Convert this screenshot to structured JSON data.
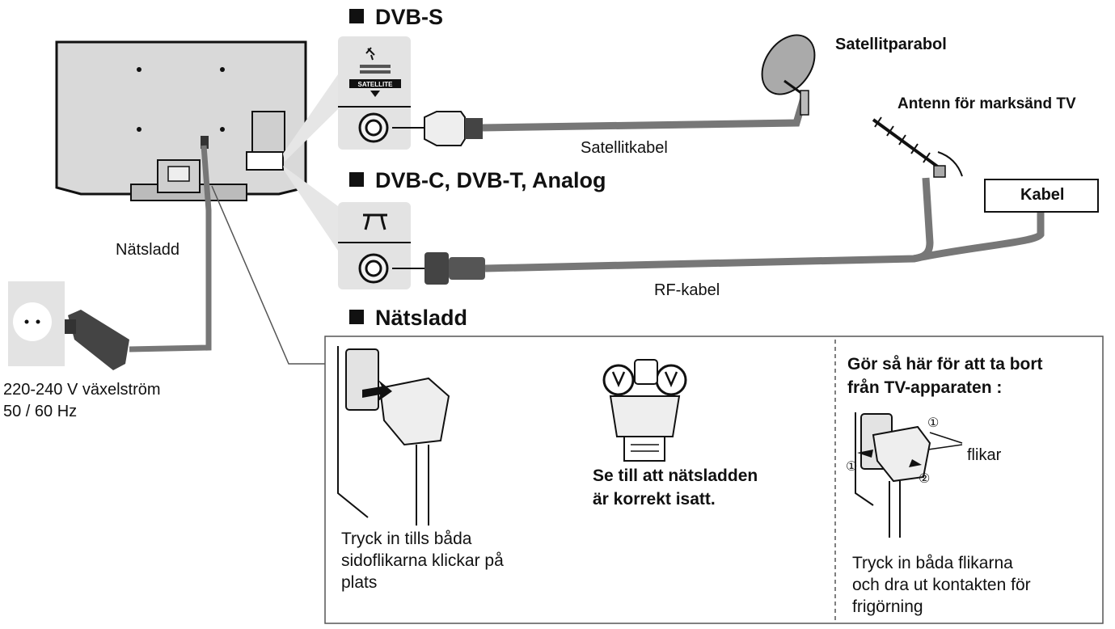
{
  "sections": {
    "dvbs": "DVB-S",
    "dvbc": "DVB-C, DVB-T, Analog",
    "mains": "Nätsladd"
  },
  "labels": {
    "satellite_dish": "Satellitparabol",
    "terrestrial_antenna": "Antenn för marksänd TV",
    "cable_box": "Kabel",
    "satellite_cable": "Satellitkabel",
    "rf_cable": "RF-kabel",
    "mains_cord": "Nätsladd",
    "socket_voltage": "220-240 V växelström\n50 / 60 Hz",
    "satellite_port_text": "SATELLITE",
    "panel1_text": "Tryck in tills båda\nsidoflikarna klickar på\nplats",
    "panel2_text": "Se till att nätsladden\när korrekt isatt.",
    "panel3_title": "Gör så här för att ta bort\nfrån TV-apparaten :",
    "panel3_tabs": "flikar",
    "panel3_text": "Tryck in båda flikarna\noch dra ut kontakten för\nfrigörning",
    "step1": "①",
    "step2": "②"
  },
  "colors": {
    "cable": "#777777",
    "port_bg": "#e3e3e3",
    "tv_back": "#d9d9d9",
    "ink": "#111111"
  },
  "icons": {
    "satellite_port": "satellite-dish-icon",
    "antenna_port": "antenna-icon",
    "plug_check": "check-circle-icon"
  }
}
